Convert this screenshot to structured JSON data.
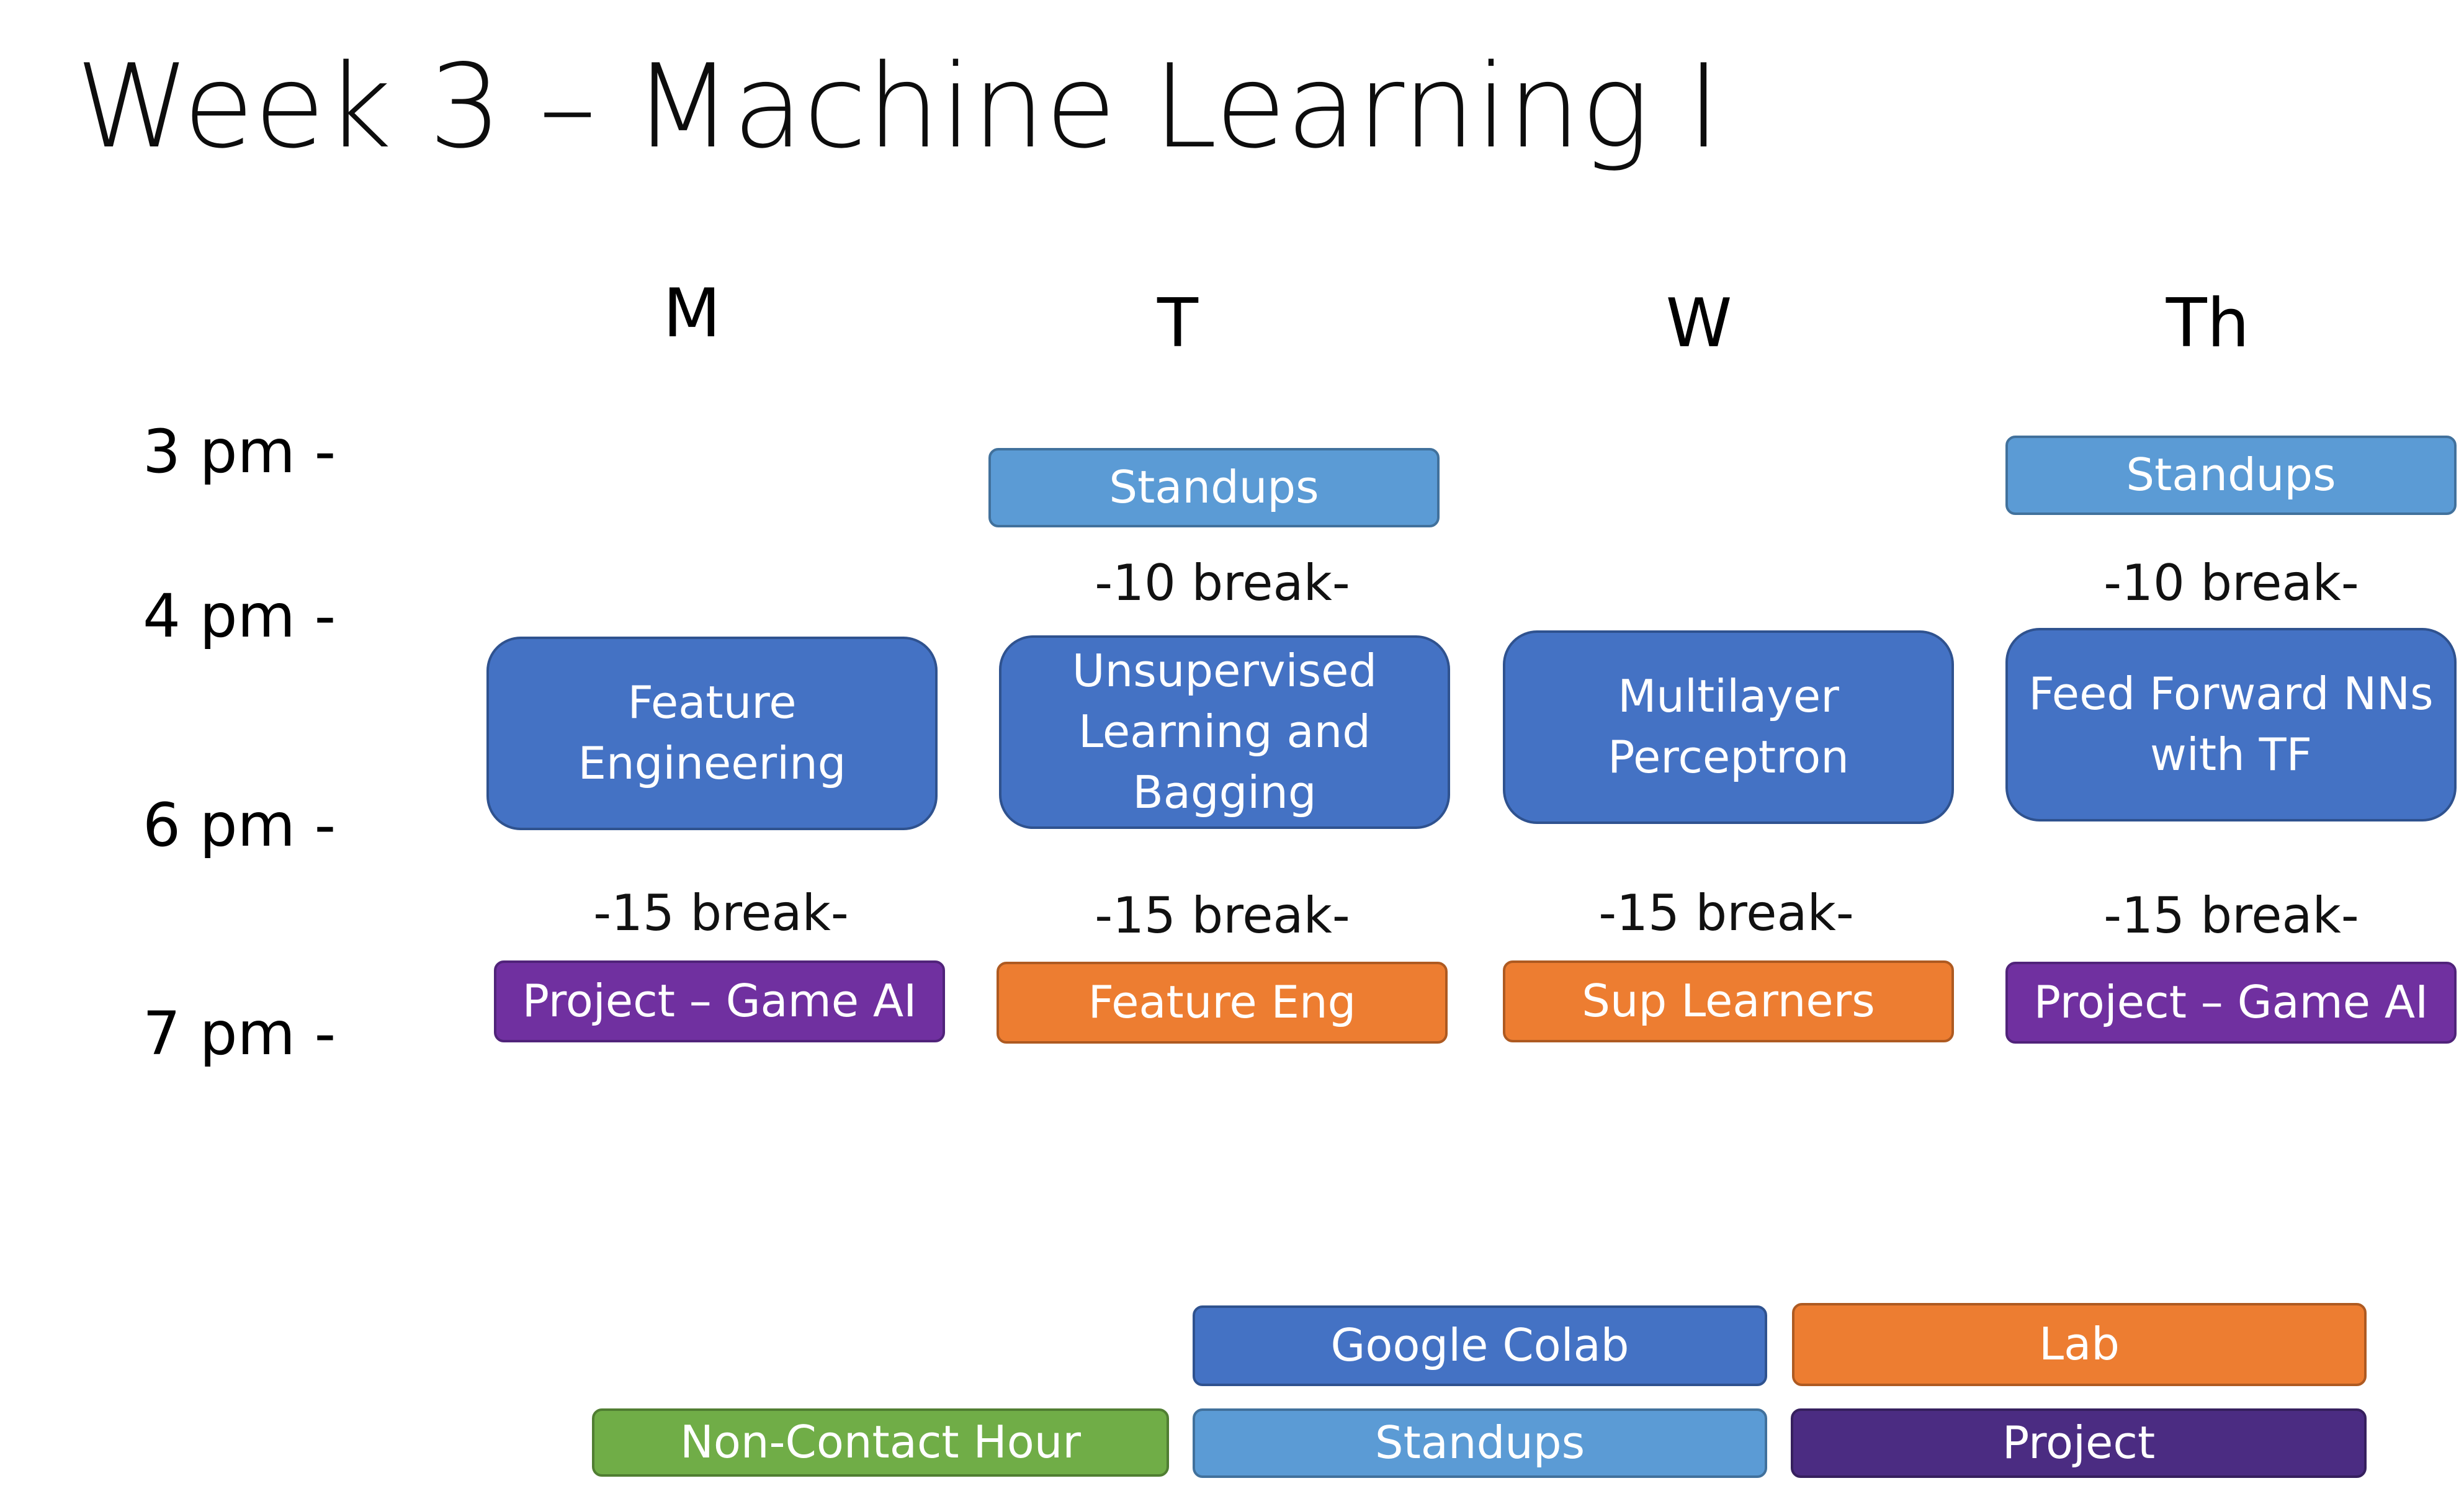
{
  "title": "Week 3 – Machine Learning I",
  "colors": {
    "lecture": "#4472c4",
    "standups": "#5b9bd5",
    "lab": "#ed7d31",
    "project": "#7030a0",
    "non_contact": "#70ad47",
    "legend_project": "#4b2c82"
  },
  "days": [
    "M",
    "T",
    "W",
    "Th"
  ],
  "times": [
    "3 pm -",
    "4 pm -",
    "6 pm -",
    "7 pm -"
  ],
  "schedule": {
    "tuesday_standups": "Standups",
    "thursday_standups": "Standups",
    "tuesday_short_break": "-10 break-",
    "thursday_short_break": "-10 break-",
    "monday_lecture": "Feature Engineering",
    "tuesday_lecture": "Unsupervised Learning and Bagging",
    "wednesday_lecture": "Multilayer Perceptron",
    "thursday_lecture": "Feed Forward NNs with TF",
    "monday_long_break": "-15 break-",
    "tuesday_long_break": "-15 break-",
    "wednesday_long_break": "-15 break-",
    "thursday_long_break": "-15 break-",
    "monday_evening": "Project – Game AI",
    "tuesday_evening": "Feature Eng",
    "wednesday_evening": "Sup Learners",
    "thursday_evening": "Project – Game AI"
  },
  "legend": {
    "google_colab": "Google Colab",
    "lab": "Lab",
    "non_contact": "Non-Contact Hour",
    "standups": "Standups",
    "project": "Project"
  }
}
